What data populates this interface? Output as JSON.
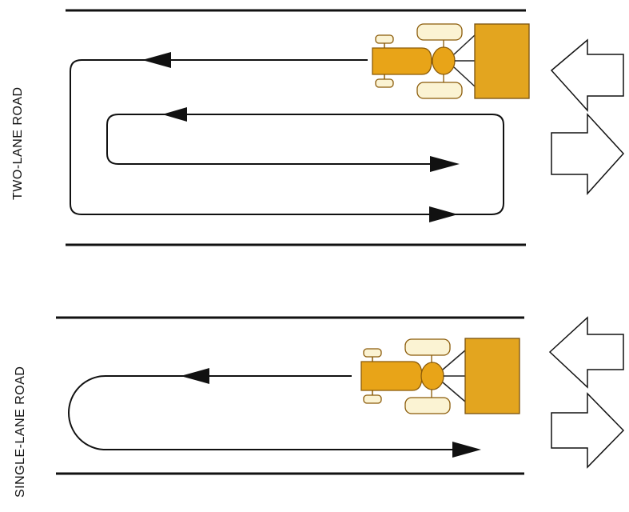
{
  "sections": [
    {
      "id": "two-lane",
      "label": "TWO-LANE ROAD"
    },
    {
      "id": "single-lane",
      "label": "SINGLE-LANE ROAD"
    }
  ],
  "colors": {
    "tractor_body": "#e8a418",
    "tractor_outline": "#8a5a08",
    "implement": "#e3a51f",
    "wheel_fill": "#fbf3d3",
    "line": "#111111"
  },
  "icons": [
    "tractor-icon",
    "traffic-direction-arrows-icon"
  ]
}
